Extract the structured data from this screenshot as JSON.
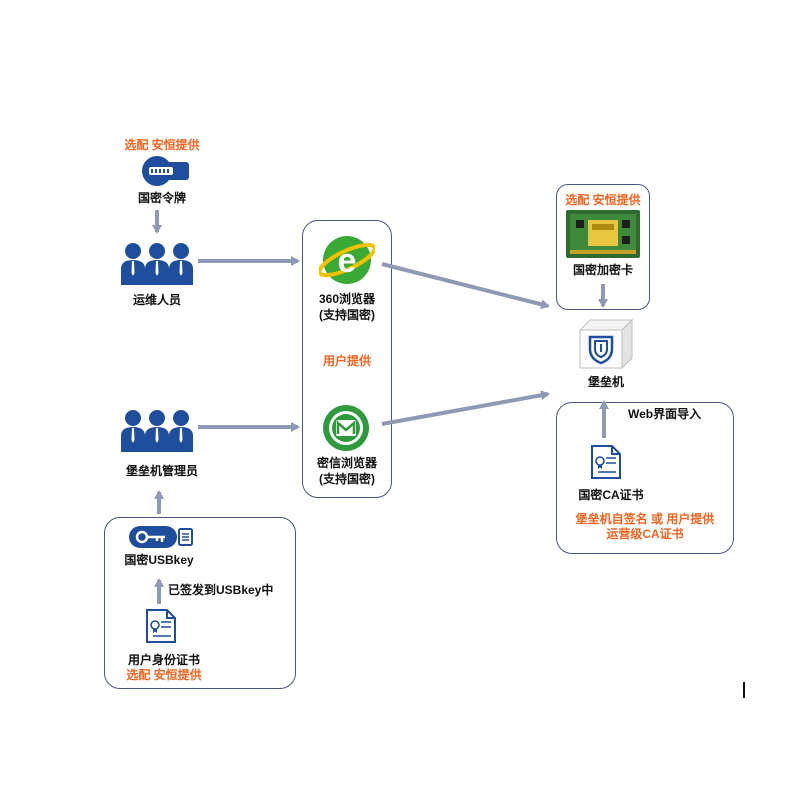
{
  "token": {
    "option_note": "选配 安恒提供",
    "label": "国密令牌"
  },
  "ops_staff": {
    "label": "运维人员"
  },
  "browsers": {
    "browser_360_line1": "360浏览器",
    "browser_360_line2": "(支持国密)",
    "user_provided": "用户提供",
    "mixin_line1": "密信浏览器",
    "mixin_line2": "(支持国密)"
  },
  "bastion_admin": {
    "label": "堡垒机管理员"
  },
  "usbkey_box": {
    "usbkey_label": "国密USBkey",
    "issued_note": "已签发到USBkey中",
    "cert_label": "用户身份证书",
    "option_note": "选配 安恒提供"
  },
  "crypto_card": {
    "option_note": "选配 安恒提供",
    "label": "国密加密卡"
  },
  "bastion": {
    "label": "堡垒机"
  },
  "ca_box": {
    "import_note": "Web界面导入",
    "cert_label": "国密CA证书",
    "source_line1": "堡垒机自签名 或 用户提供",
    "source_line2": "运营级CA证书"
  },
  "colors": {
    "arrow": "#8e99b4",
    "frame": "#4a5880",
    "people": "#1f4e9c",
    "highlight": "#f26522",
    "browser_green": "#3aa935"
  }
}
